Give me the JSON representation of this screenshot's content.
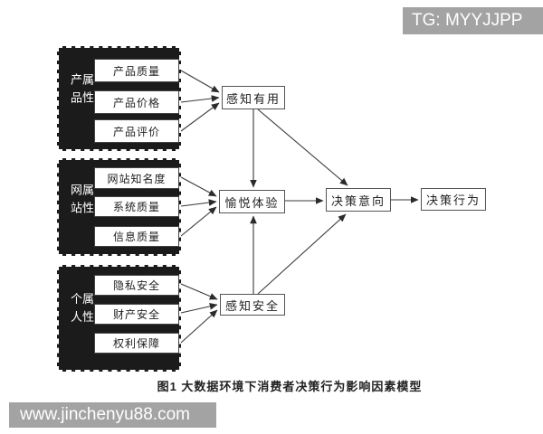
{
  "banners": {
    "top_right": "TG: MYYJJPP",
    "bottom_left": "www.jinchenyu88.com"
  },
  "caption": "图1  大数据环境下消费者决策行为影响因素模型",
  "colors": {
    "ink": "#2b2b2b",
    "group_bg": "#1b1b1b",
    "banner_bg": "#a3a3a3",
    "node_border": "#555555"
  },
  "diagram": {
    "groups": [
      {
        "label": "产品属性",
        "items": [
          "产品质量",
          "产品价格",
          "产品评价"
        ]
      },
      {
        "label": "网站属性",
        "items": [
          "网站知名度",
          "系统质量",
          "信息质量"
        ]
      },
      {
        "label": "个人属性",
        "items": [
          "隐私安全",
          "财产安全",
          "权利保障"
        ]
      }
    ],
    "mediators": [
      "感知有用",
      "愉悦体验",
      "感知安全"
    ],
    "outcomes": [
      "决策意向",
      "决策行为"
    ]
  }
}
